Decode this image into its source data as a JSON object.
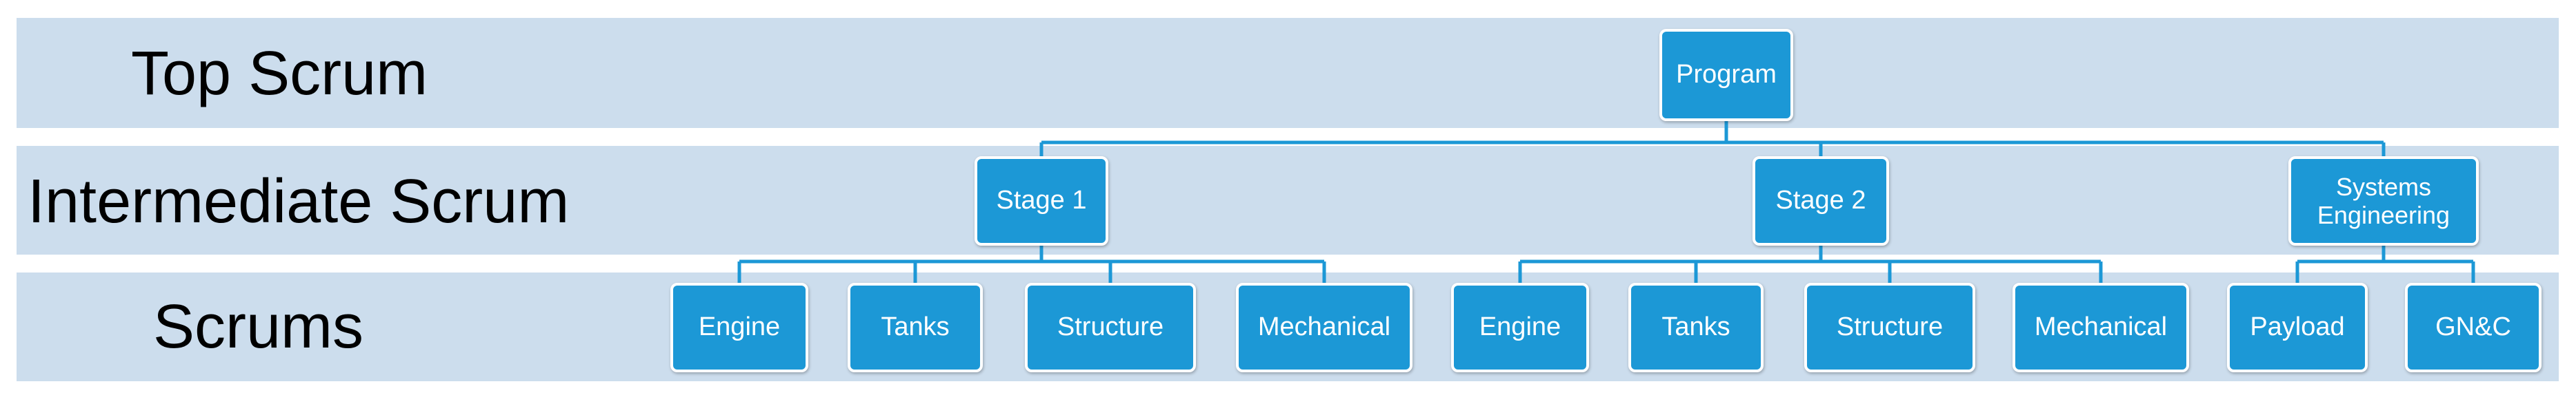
{
  "levels": {
    "top": "Top Scrum",
    "intermediate": "Intermediate Scrum",
    "scrums": "Scrums"
  },
  "colors": {
    "band": "#ccdded",
    "node_fill": "#1c98d6",
    "node_border": "#ffffff",
    "connector": "#1c98d6"
  },
  "nodes": {
    "program": "Program",
    "stage1": "Stage 1",
    "stage2": "Stage 2",
    "systems_engineering_line1": "Systems",
    "systems_engineering_line2": "Engineering",
    "s1_engine": "Engine",
    "s1_tanks": "Tanks",
    "s1_structure": "Structure",
    "s1_mechanical": "Mechanical",
    "s2_engine": "Engine",
    "s2_tanks": "Tanks",
    "s2_structure": "Structure",
    "s2_mechanical": "Mechanical",
    "se_payload": "Payload",
    "se_gnc": "GN&C"
  }
}
